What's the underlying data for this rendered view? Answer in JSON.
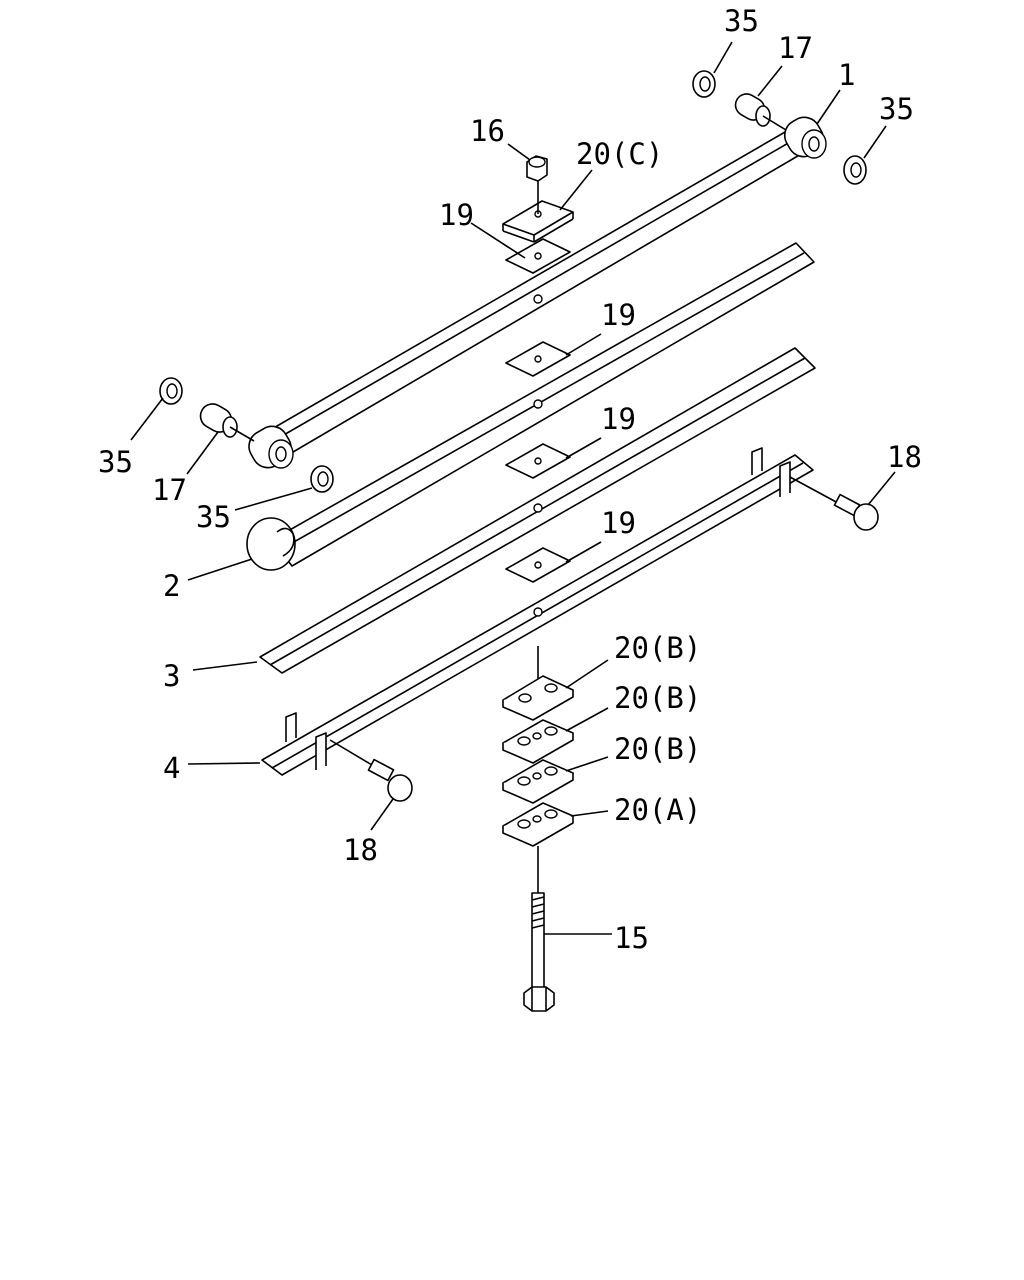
{
  "callouts": {
    "c35a": "35",
    "c17a": "17",
    "c1": "1",
    "c35b": "35",
    "c16": "16",
    "c20c": "20(C)",
    "c19a": "19",
    "c19b": "19",
    "c19c": "19",
    "c19d": "19",
    "c35c": "35",
    "c17b": "17",
    "c35d": "35",
    "c2": "2",
    "c18a": "18",
    "c3": "3",
    "c4": "4",
    "c18b": "18",
    "c20b1": "20(B)",
    "c20b2": "20(B)",
    "c20b3": "20(B)",
    "c20a": "20(A)",
    "c15": "15"
  },
  "colors": {
    "line": "#000000",
    "background": "#ffffff"
  }
}
